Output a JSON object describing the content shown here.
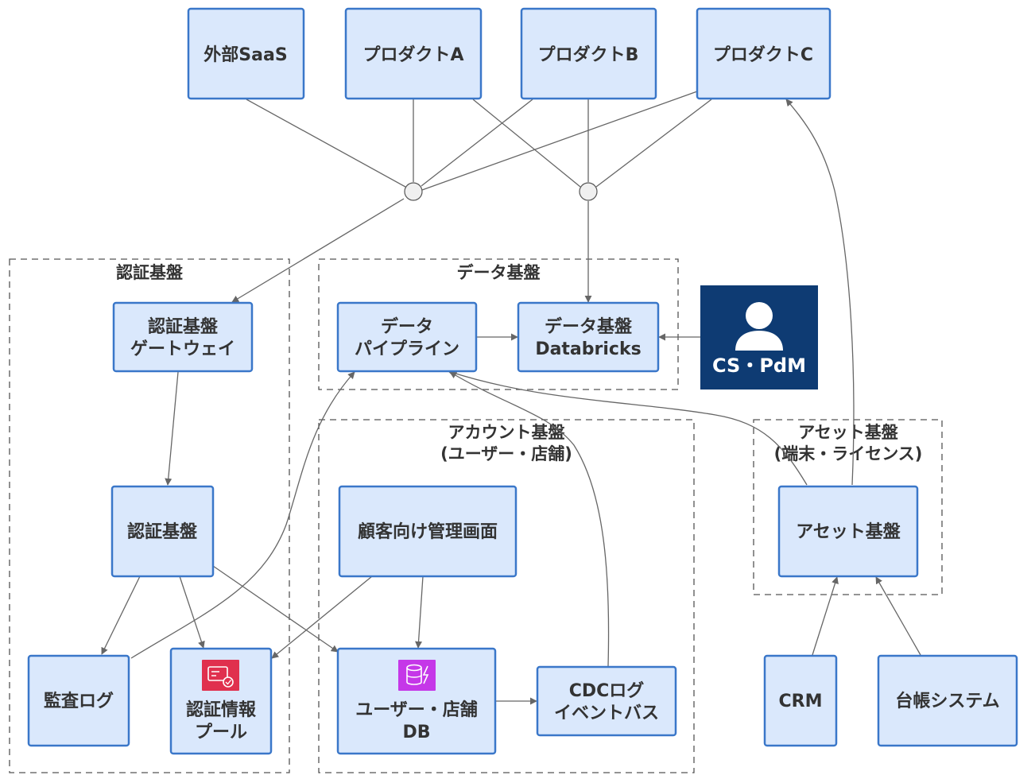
{
  "top_nodes": {
    "saas": "外部SaaS",
    "product_a": "プロダクトA",
    "product_b": "プロダクトB",
    "product_c": "プロダクトC"
  },
  "clusters": {
    "auth": "認証基盤",
    "data": "データ基盤",
    "account": [
      "アカウント基盤",
      "(ユーザー・店舗)"
    ],
    "asset": [
      "アセット基盤",
      "(端末・ライセンス)"
    ]
  },
  "nodes": {
    "auth_gateway": [
      "認証基盤",
      "ゲートウェイ"
    ],
    "auth_core": "認証基盤",
    "audit_log": "監査ログ",
    "auth_pool": [
      "認証情報",
      "プール"
    ],
    "data_pipeline": [
      "データ",
      "パイプライン"
    ],
    "databricks": [
      "データ基盤",
      "Databricks"
    ],
    "admin_console": "顧客向け管理画面",
    "user_store_db": [
      "ユーザー・店舗",
      "DB"
    ],
    "cdc_bus": [
      "CDCログ",
      "イベントバス"
    ],
    "asset_core": "アセット基盤",
    "crm": "CRM",
    "ledger": "台帳システム"
  },
  "actor": {
    "label": "CS・PdM",
    "icon": "user-icon",
    "color": "#0e3b73"
  },
  "icons": {
    "auth_pool_icon": "cognito-icon",
    "auth_pool_color": "#e0304e",
    "db_icon": "database-icon",
    "db_color": "#c537e8"
  },
  "colors": {
    "node_fill": "#dae8fc",
    "node_border": "#3a77c9",
    "edge": "#666666"
  }
}
